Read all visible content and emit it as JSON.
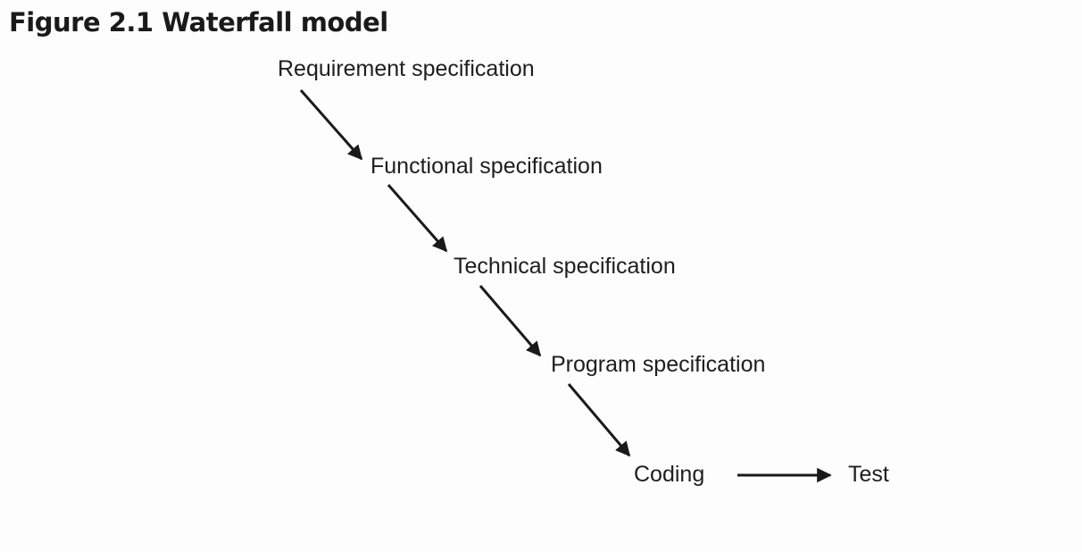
{
  "figure": {
    "title": "Figure 2.1  Waterfall model"
  },
  "steps": [
    {
      "id": "requirement",
      "label": "Requirement specification"
    },
    {
      "id": "functional",
      "label": "Functional specification"
    },
    {
      "id": "technical",
      "label": "Technical specification"
    },
    {
      "id": "program",
      "label": "Program specification"
    },
    {
      "id": "coding",
      "label": "Coding"
    },
    {
      "id": "test",
      "label": "Test"
    }
  ],
  "flow": [
    {
      "from": "requirement",
      "to": "functional"
    },
    {
      "from": "functional",
      "to": "technical"
    },
    {
      "from": "technical",
      "to": "program"
    },
    {
      "from": "program",
      "to": "coding"
    },
    {
      "from": "coding",
      "to": "test"
    }
  ],
  "colors": {
    "arrow": "#1a1a1a",
    "text": "#1e1e1e"
  }
}
